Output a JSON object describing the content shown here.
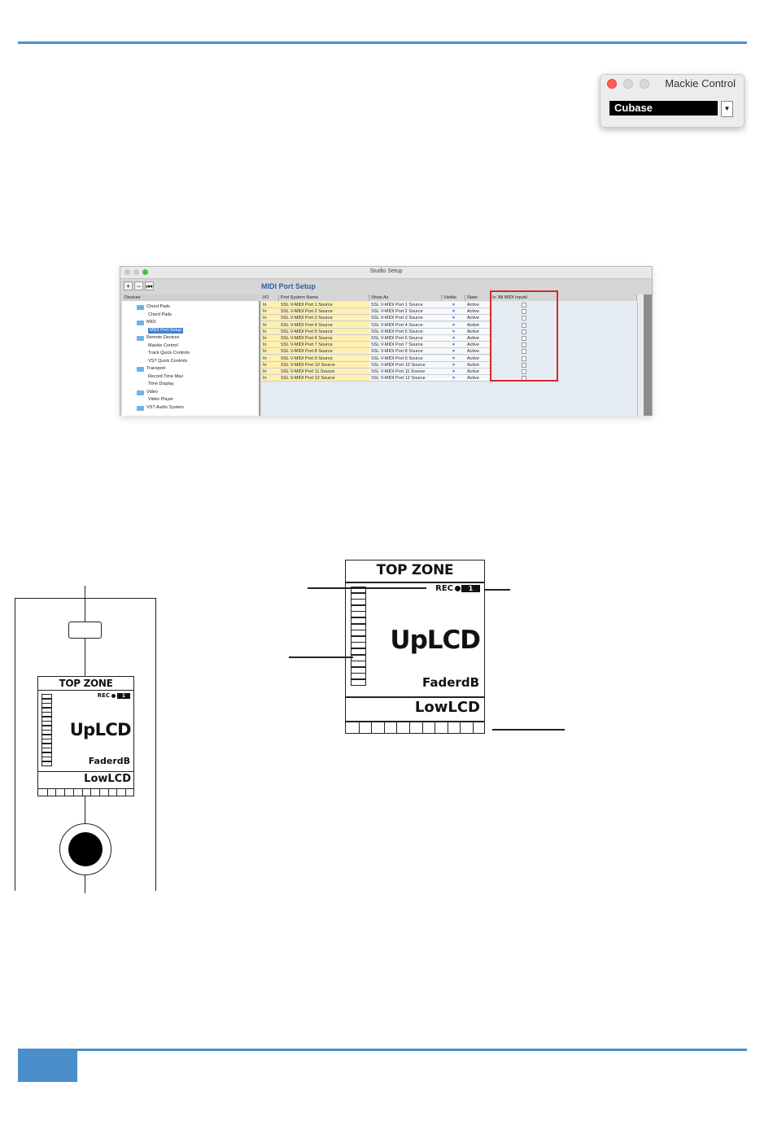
{
  "mackie_window": {
    "title": "Mackie Control",
    "selected_value": "Cubase",
    "colors": {
      "close": "#fd5f57",
      "inactive": "#d2d2d2"
    }
  },
  "studio_window": {
    "title": "Studio Setup",
    "panel_title": "MIDI Port Setup",
    "devices_header": "Devices",
    "devices": [
      {
        "label": "Chord Pads",
        "type": "folder"
      },
      {
        "label": "Chord Pads",
        "type": "item"
      },
      {
        "label": "MIDI",
        "type": "folder"
      },
      {
        "label": "MIDI Port Setup",
        "type": "selected"
      },
      {
        "label": "Remote Devices",
        "type": "folder"
      },
      {
        "label": "Mackie Control",
        "type": "item"
      },
      {
        "label": "Track Quick Controls",
        "type": "item"
      },
      {
        "label": "VST Quick Controls",
        "type": "item"
      },
      {
        "label": "Transport",
        "type": "folder"
      },
      {
        "label": "Record Time Max",
        "type": "item"
      },
      {
        "label": "Time Display",
        "type": "item"
      },
      {
        "label": "Video",
        "type": "folder"
      },
      {
        "label": "Video Player",
        "type": "item"
      },
      {
        "label": "VST Audio System",
        "type": "folder"
      }
    ],
    "columns": [
      "I/O",
      "Port System Name",
      "Show As",
      "Visible",
      "State",
      "In 'All MIDI Inputs'"
    ],
    "rows": [
      {
        "io": "In",
        "port": "SSL V-MIDI Port 1 Source",
        "show": "SSL V-MIDI Port 1 Source",
        "visible": "×",
        "state": "Active"
      },
      {
        "io": "In",
        "port": "SSL V-MIDI Port 2 Source",
        "show": "SSL V-MIDI Port 2 Source",
        "visible": "×",
        "state": "Active"
      },
      {
        "io": "In",
        "port": "SSL V-MIDI Port 3 Source",
        "show": "SSL V-MIDI Port 3 Source",
        "visible": "×",
        "state": "Active"
      },
      {
        "io": "In",
        "port": "SSL V-MIDI Port 4 Source",
        "show": "SSL V-MIDI Port 4 Source",
        "visible": "×",
        "state": "Active"
      },
      {
        "io": "In",
        "port": "SSL V-MIDI Port 5 Source",
        "show": "SSL V-MIDI Port 5 Source",
        "visible": "×",
        "state": "Active"
      },
      {
        "io": "In",
        "port": "SSL V-MIDI Port 6 Source",
        "show": "SSL V-MIDI Port 6 Source",
        "visible": "×",
        "state": "Active"
      },
      {
        "io": "In",
        "port": "SSL V-MIDI Port 7 Source",
        "show": "SSL V-MIDI Port 7 Source",
        "visible": "×",
        "state": "Active"
      },
      {
        "io": "In",
        "port": "SSL V-MIDI Port 8 Source",
        "show": "SSL V-MIDI Port 8 Source",
        "visible": "×",
        "state": "Active"
      },
      {
        "io": "In",
        "port": "SSL V-MIDI Port 9 Source",
        "show": "SSL V-MIDI Port 9 Source",
        "visible": "×",
        "state": "Active"
      },
      {
        "io": "In",
        "port": "SSL V-MIDI Port 10 Source",
        "show": "SSL V-MIDI Port 10 Source",
        "visible": "×",
        "state": "Active"
      },
      {
        "io": "In",
        "port": "SSL V-MIDI Port 11 Source",
        "show": "SSL V-MIDI Port 11 Source",
        "visible": "×",
        "state": "Active"
      },
      {
        "io": "In",
        "port": "SSL V-MIDI Port 12 Source",
        "show": "SSL V-MIDI Port 12 Source",
        "visible": "×",
        "state": "Active"
      }
    ],
    "toolbar": {
      "add": "+",
      "remove": "−",
      "reset": "⏮"
    },
    "colors": {
      "port_cell": "#fff0b0",
      "highlight_box": "#d62828",
      "panel_title": "#2f5fa3"
    }
  },
  "lcd": {
    "top_zone": "TOP ZONE",
    "rec": "REC",
    "channel": "1",
    "up_lcd": "UpLCD",
    "fader_db": "FaderdB",
    "low_lcd": "LowLCD"
  },
  "page": {
    "accent_color": "#4a8fc9"
  }
}
